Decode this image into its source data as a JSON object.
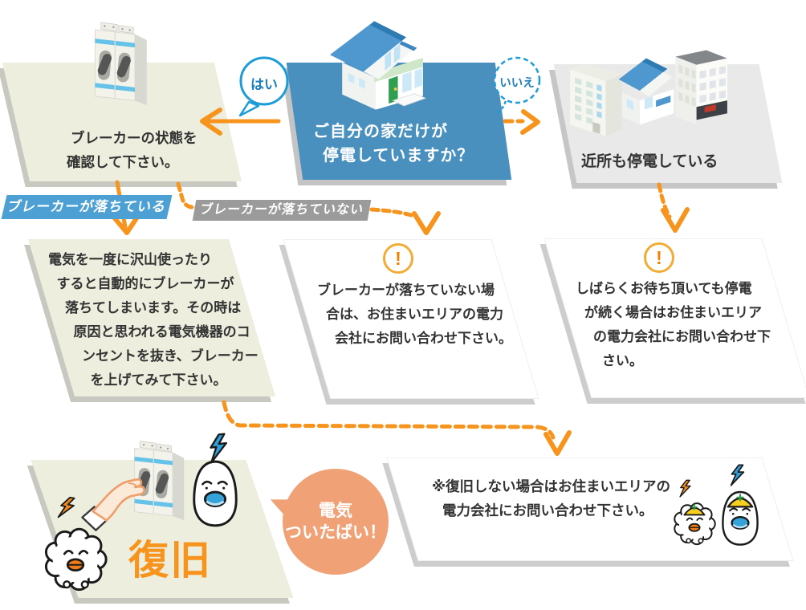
{
  "colors": {
    "accent_orange": "#f7941e",
    "panel_cream": "#edeedd",
    "panel_blue": "#4a90bf",
    "badge_blue": "#4da0d4",
    "badge_gray": "#9b9b9b",
    "bubble_blue": "#1e9cd7",
    "speech_orange": "#f0a175"
  },
  "question_panel": {
    "lines": [
      "ご自分の家だけが",
      "停電していますか？"
    ],
    "yes_label": "はい",
    "no_label": "いいえ"
  },
  "check_breaker_panel": {
    "lines": [
      "ブレーカーの状態を",
      "確認して下さい。"
    ]
  },
  "neighborhood_panel": {
    "label": "近所も停電している"
  },
  "badges": {
    "tripped": "ブレーカーが落ちている",
    "not_tripped": "ブレーカーが落ちていない"
  },
  "explain_box": {
    "lines": [
      "電気を一度に沢山使ったり",
      "すると自動的にブレーカーが",
      "落ちてしまいます。その時は",
      "原因と思われる電気機器のコ",
      "ンセントを抜き、ブレーカー",
      "を上げてみて下さい。"
    ]
  },
  "not_tripped_box": {
    "icon": "!",
    "lines": [
      "ブレーカーが落ちていない場",
      "合は、お住まいエリアの電力",
      "会社にお問い合わせ下さい。"
    ]
  },
  "wait_box": {
    "icon": "!",
    "lines": [
      "しばらくお待ち頂いても停電",
      "が続く場合はお住まいエリア",
      "の電力会社にお問い合わせ下",
      "さい。"
    ]
  },
  "restore_panel": {
    "label": "復旧",
    "speech_lines": [
      "電気",
      "ついたばい！"
    ]
  },
  "final_box": {
    "lines": [
      "※復旧しない場合はお住まいエリアの",
      "電力会社にお問い合わせ下さい。"
    ]
  }
}
